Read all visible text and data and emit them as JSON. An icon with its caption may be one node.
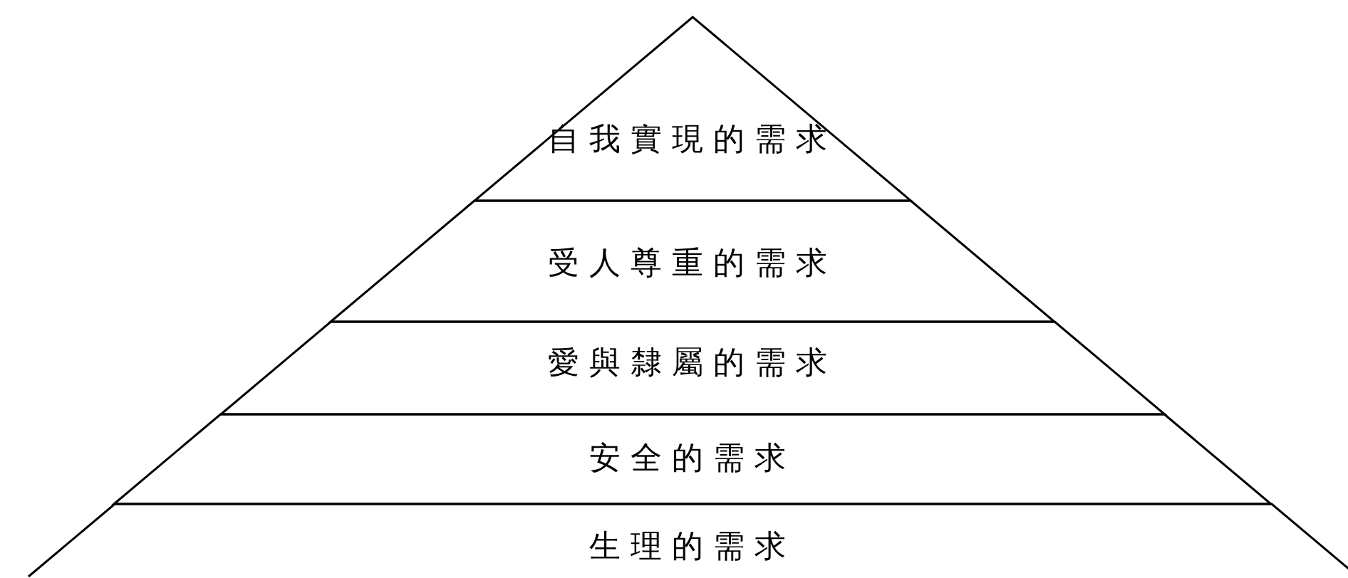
{
  "diagram": {
    "nodes": [
      {
        "text": [
          "自我實現的需求"
        ]
      },
      {
        "text": [
          "受人尊重的需求"
        ]
      },
      {
        "text": [
          "愛與隸屬的需求"
        ]
      },
      {
        "text": [
          "安全的需求"
        ]
      },
      {
        "text": [
          "生理的需求"
        ]
      }
    ]
  }
}
